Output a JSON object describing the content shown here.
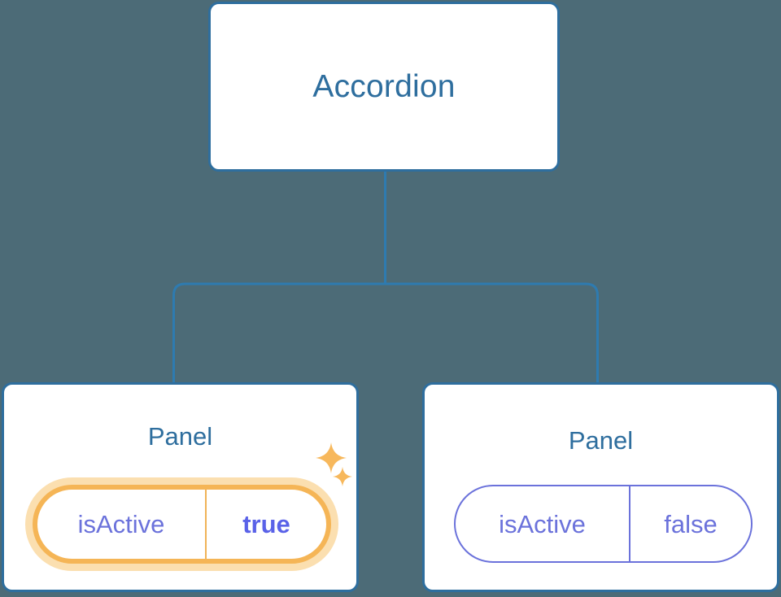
{
  "diagram": {
    "type": "component-tree",
    "background_color": "#4C6B77",
    "connector_color": "#2E7BB0",
    "card_border_color": "#2E6E9E",
    "root": {
      "label": "Accordion"
    },
    "children": [
      {
        "label": "Panel",
        "highlighted": true,
        "prop": {
          "key": "isActive",
          "value": "true",
          "value_bold": true,
          "highlight_color": "#F5B556",
          "glow_color": "#FBDFB0",
          "key_color": "#6B72DB",
          "value_color": "#5A62E8"
        },
        "sparkles": [
          "sparkle-large",
          "sparkle-small"
        ]
      },
      {
        "label": "Panel",
        "highlighted": false,
        "prop": {
          "key": "isActive",
          "value": "false",
          "value_bold": false,
          "border_color": "#6B72DB",
          "key_color": "#6B72DB",
          "value_color": "#6B72DB"
        }
      }
    ]
  }
}
